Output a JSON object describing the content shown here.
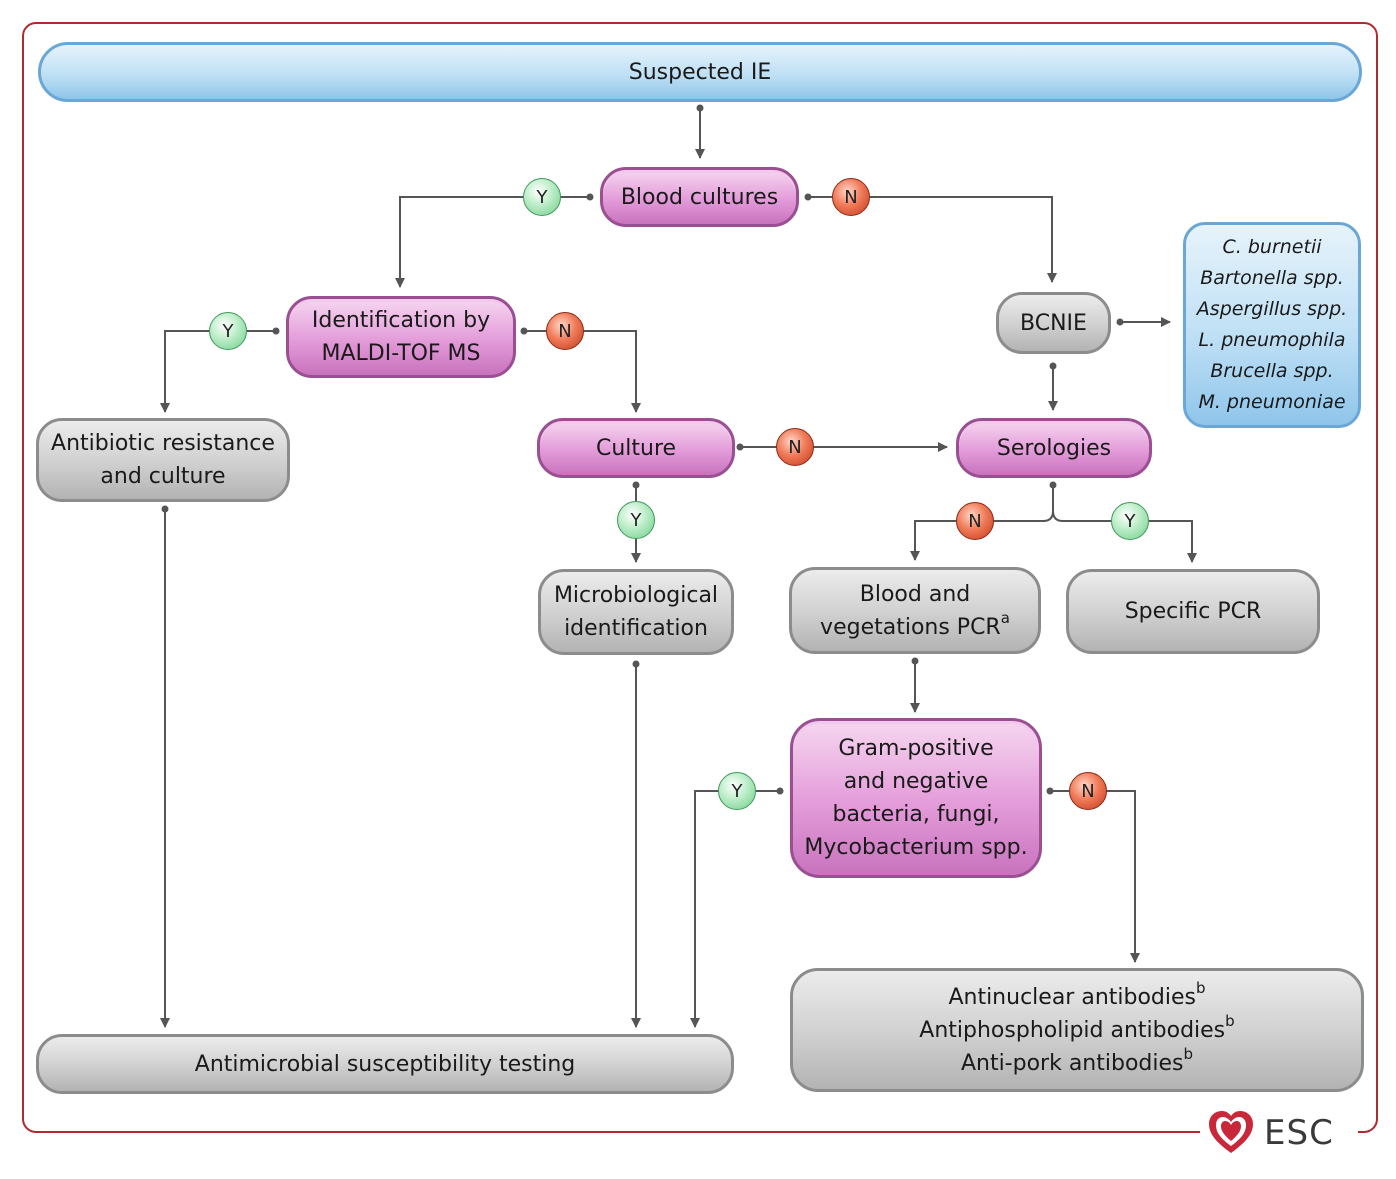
{
  "nodes": {
    "suspected_ie": "Suspected IE",
    "blood_cultures": "Blood cultures",
    "identification": [
      "Identification by",
      "MALDI-TOF MS"
    ],
    "bcnie": "BCNIE",
    "organisms": [
      "C. burnetii",
      "Bartonella spp.",
      "Aspergillus spp.",
      "L. pneumophila",
      "Brucella spp.",
      "M. pneumoniae"
    ],
    "antibiotic_resistance": [
      "Antibiotic resistance",
      "and culture"
    ],
    "culture": "Culture",
    "serologies": "Serologies",
    "microbiological_identification": [
      "Microbiological",
      "identification"
    ],
    "blood_vegetations_pcr": {
      "line1": "Blood and",
      "line2": "vegetations PCR",
      "sup": "a"
    },
    "specific_pcr": "Specific PCR",
    "gram_positive": [
      "Gram-positive",
      "and negative",
      "bacteria, fungi,",
      "Mycobacterium spp."
    ],
    "antimicrobial_testing": "Antimicrobial susceptibility testing",
    "antibodies": [
      {
        "text": "Antinuclear antibodies",
        "sup": "b"
      },
      {
        "text": "Antiphospholipid antibodies",
        "sup": "b"
      },
      {
        "text": "Anti-pork antibodies",
        "sup": "b"
      }
    ]
  },
  "badges": {
    "yes": "Y",
    "no": "N"
  },
  "logo": {
    "text": "ESC"
  },
  "colors": {
    "frame": "#b02a30",
    "connector": "#555555",
    "pink_box": "#e39bd9",
    "gray_box": "#cfcfcf",
    "blue_box": "#bfe0f5",
    "yes_badge": "#6ccf8a",
    "no_badge": "#d9502f"
  }
}
